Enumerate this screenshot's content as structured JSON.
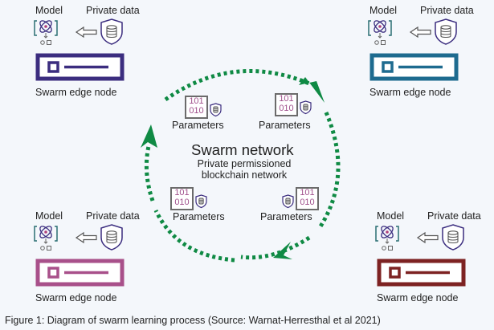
{
  "nodes": [
    {
      "model_label": "Model",
      "data_label": "Private data",
      "node_label": "Swarm edge node",
      "color": "#3b2d7f"
    },
    {
      "model_label": "Model",
      "data_label": "Private data",
      "node_label": "Swarm edge node",
      "color": "#1e6b8f"
    },
    {
      "model_label": "Model",
      "data_label": "Private data",
      "node_label": "Swarm edge node",
      "color": "#a8508a"
    },
    {
      "model_label": "Model",
      "data_label": "Private data",
      "node_label": "Swarm edge node",
      "color": "#7d2222"
    }
  ],
  "network": {
    "title": "Swarm network",
    "subtitle_line1": "Private permissioned",
    "subtitle_line2": "blockchain network",
    "arc_color": "#0f8a44"
  },
  "parameters": [
    {
      "label": "Parameters",
      "binary_top": "101",
      "binary_bottom": "010"
    },
    {
      "label": "Parameters",
      "binary_top": "101",
      "binary_bottom": "010"
    },
    {
      "label": "Parameters",
      "binary_top": "101",
      "binary_bottom": "010"
    },
    {
      "label": "Parameters",
      "binary_top": "101",
      "binary_bottom": "010"
    }
  ],
  "colors": {
    "binary_text": "#a0508c",
    "binary_border": "#6b6b6b",
    "shield": "#3b2d7f",
    "model_bracket": "#2a6f73",
    "model_atom": "#3b2d7f",
    "model_dot": "#b0407a",
    "arrow": "#555555"
  },
  "caption": "Figure 1: Diagram of swarm learning process (Source: Warnat-Herresthal et al 2021)"
}
